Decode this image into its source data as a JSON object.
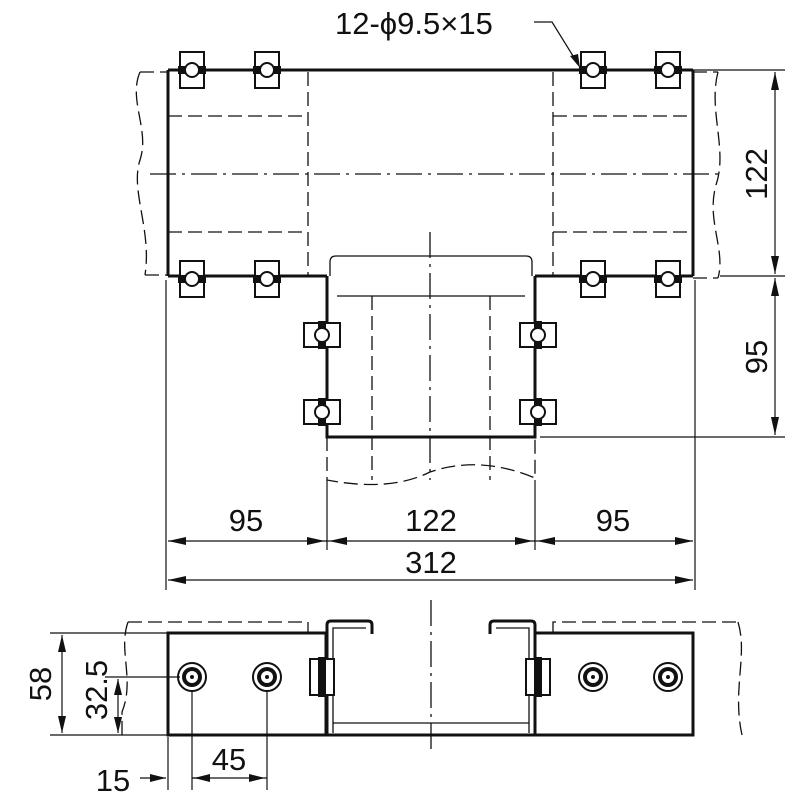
{
  "drawing": {
    "hole_callout": "12-ϕ9.5×15",
    "plan_view": {
      "dim_left_width": "95",
      "dim_center_width": "122",
      "dim_right_width": "95",
      "dim_overall_width": "312",
      "dim_main_height": "122",
      "dim_branch_depth": "95"
    },
    "elevation_view": {
      "dim_total_height": "58",
      "dim_bolt_height": "32.5",
      "dim_edge_offset": "15",
      "dim_bolt_pitch": "45"
    }
  }
}
